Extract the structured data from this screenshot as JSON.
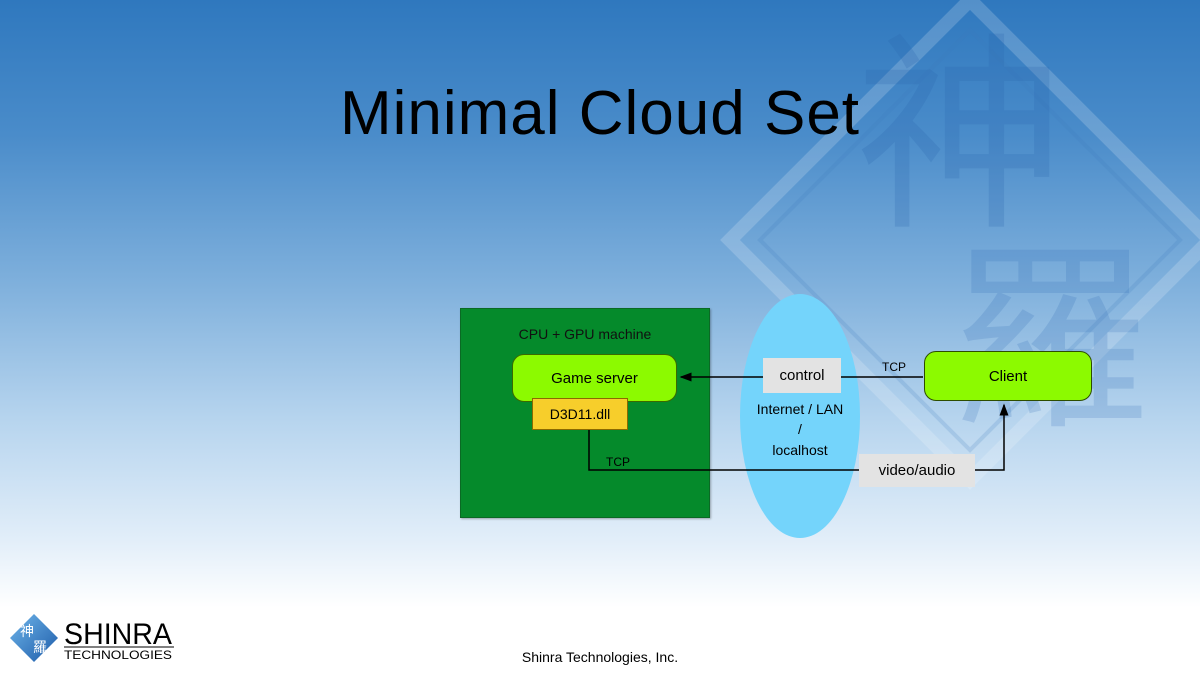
{
  "slide": {
    "title": "Minimal Cloud Set",
    "footer": "Shinra Technologies, Inc."
  },
  "diagram": {
    "machine_label": "CPU + GPU machine",
    "game_server": "Game server",
    "dll": "D3D11.dll",
    "tcp_video": "TCP",
    "network": {
      "line1": "Internet / LAN",
      "line2": "/",
      "line3": "localhost"
    },
    "control_label": "control",
    "tcp_control": "TCP",
    "client": "Client",
    "video_label": "video/audio"
  },
  "logo": {
    "name": "SHINRA",
    "sub": "TECHNOLOGIES",
    "kanji": "神羅"
  },
  "colors": {
    "machine": "#058a2b",
    "box_green": "#8cfa00",
    "dll_yellow": "#f7ce2b",
    "network_blue": "#74d4fb",
    "tag_gray": "#e3e3e3"
  }
}
